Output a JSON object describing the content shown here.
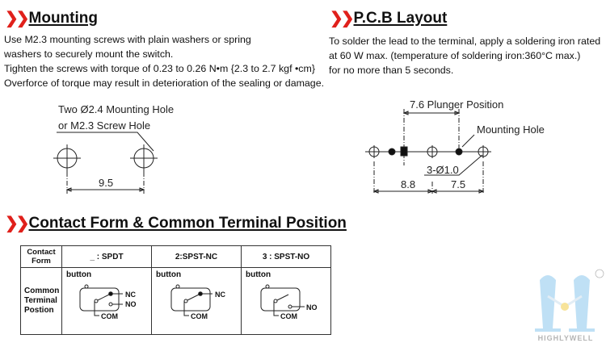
{
  "mounting": {
    "title": "Mounting",
    "lines": [
      "Use M2.3 mounting screws with plain washers or spring",
      "washers to securely mount the switch.",
      "Tighten the screws with torque of 0.23 to 0.26 N•m {2.3 to 2.7 kgf •cm}",
      "Overforce of torque may result in deterioration of the sealing or damage."
    ],
    "label1": "Two Ø2.4 Mounting Hole",
    "label2": "or M2.3 Screw Hole",
    "dim": "9.5"
  },
  "pcb": {
    "title": "P.C.B Layout",
    "lines": [
      "To solder the lead to the terminal, apply a soldering iron rated",
      "at 60 W max. (temperature of soldering iron:360°C max.)",
      "for no more than 5 seconds."
    ],
    "plunger": "7.6 Plunger Position",
    "mounting_hole": "Mounting Hole",
    "holes": "3-Ø1.0",
    "dim1": "8.8",
    "dim2": "7.5"
  },
  "contact": {
    "title": "Contact Form & Common Terminal Position",
    "row1_label": [
      "Contact",
      "Form"
    ],
    "row2_label": [
      "Common",
      "Terminal",
      "Postion"
    ],
    "columns": [
      {
        "header": "_ : SPDT",
        "button": "button",
        "terminals": [
          "NC",
          "NO"
        ],
        "com": "COM"
      },
      {
        "header": "2:SPST-NC",
        "button": "button",
        "terminals": [
          "NC"
        ],
        "com": "COM"
      },
      {
        "header": "3 : SPST-NO",
        "button": "button",
        "terminals": [
          "NO"
        ],
        "com": "COM"
      }
    ]
  },
  "logo": {
    "text": "HIGHLYWELL",
    "mark": "®"
  },
  "colors": {
    "accent": "#e0201b",
    "logo": "#bfe0f5"
  }
}
